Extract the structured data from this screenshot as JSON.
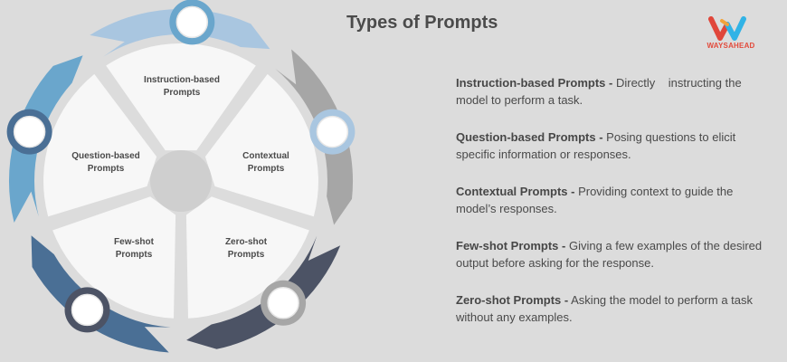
{
  "header": {
    "title": "Types of Prompts"
  },
  "logo": {
    "text": "WAYSAHEAD"
  },
  "segments": [
    {
      "line1": "Instruction-based",
      "line2": "Prompts",
      "color": "#a9c6e0"
    },
    {
      "line1": "Contextual",
      "line2": "Prompts",
      "color": "#a6a6a6"
    },
    {
      "line1": "Zero-shot",
      "line2": "Prompts",
      "color": "#4c5365"
    },
    {
      "line1": "Few-shot",
      "line2": "Prompts",
      "color": "#4a6f95"
    },
    {
      "line1": "Question-based",
      "line2": "Prompts",
      "color": "#6aa6cc"
    }
  ],
  "descriptions": [
    {
      "term": "Instruction-based Prompts -",
      "text": " Directly    instructing the model to perform a task."
    },
    {
      "term": "Question-based Prompts -",
      "text": " Posing questions to elicit specific information or responses."
    },
    {
      "term": "Contextual Prompts -",
      "text": " Providing context to guide the model’s responses."
    },
    {
      "term": "Few-shot Prompts -",
      "text": " Giving a few examples of the desired output before asking for the response."
    },
    {
      "term": "Zero-shot Prompts -",
      "text": " Asking the model to perform a task without any examples."
    }
  ]
}
